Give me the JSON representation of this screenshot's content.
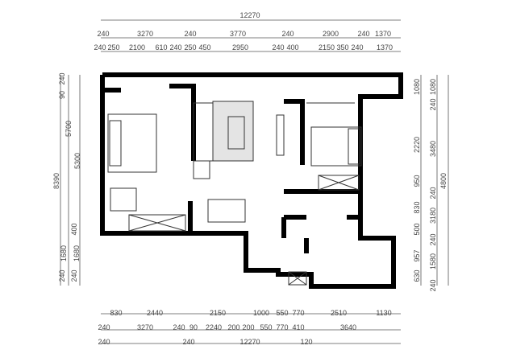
{
  "top_dims": {
    "overall": "12270",
    "row1": [
      "240",
      "3270",
      "240",
      "3770",
      "240",
      "2900",
      "240",
      "1370"
    ],
    "row2": [
      "240",
      "250",
      "2100",
      "610",
      "240",
      "250",
      "450",
      "2950",
      "240",
      "400",
      "2150",
      "350",
      "240",
      "1370"
    ]
  },
  "bottom_dims": {
    "row1": [
      "830",
      "2440",
      "2150",
      "1000",
      "550",
      "770",
      "2510",
      "1130"
    ],
    "row2": [
      "240",
      "3270",
      "240",
      "90",
      "2240",
      "200",
      "200",
      "550",
      "770",
      "410",
      "3640"
    ],
    "row3": [
      "240",
      "240",
      "12270",
      "120"
    ]
  },
  "left_dims": [
    "8390",
    "240",
    "90",
    "5700",
    "5300",
    "400",
    "1680",
    "1680",
    "240",
    "240"
  ],
  "right_dims": [
    "1080",
    "1080",
    "240",
    "2220",
    "3480",
    "950",
    "240",
    "4800",
    "830",
    "3180",
    "500",
    "240",
    "957",
    "1580",
    "630",
    "240"
  ]
}
